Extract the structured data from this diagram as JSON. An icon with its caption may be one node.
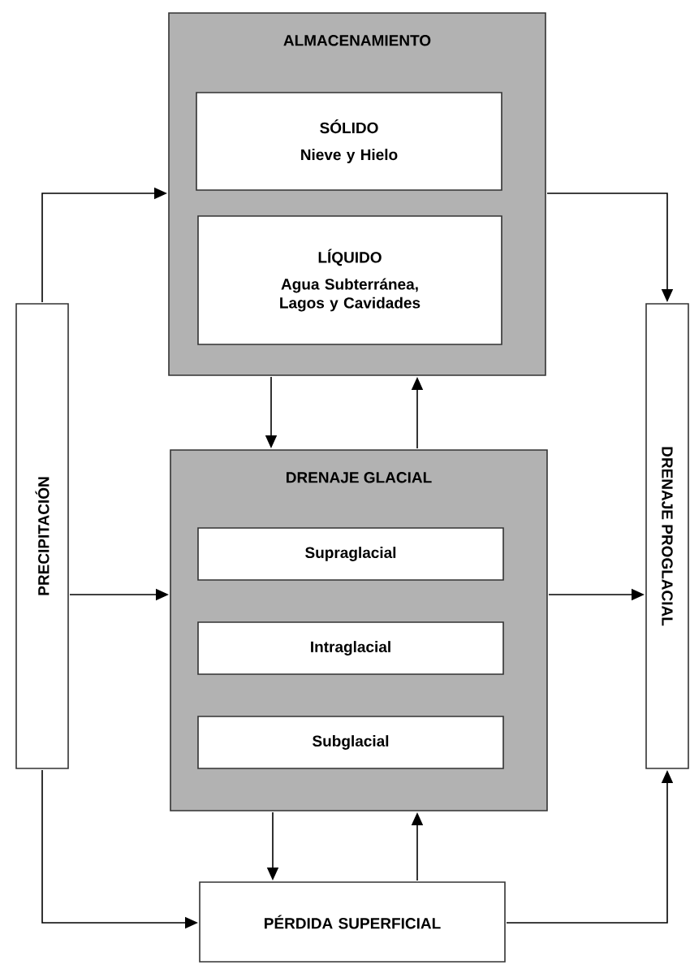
{
  "diagram": {
    "nodes": [
      {
        "text": [
          "ALMACENAMIENTO"
        ]
      },
      {
        "text": [
          "SÓLIDO",
          "Nieve y Hielo"
        ],
        "in": 0
      },
      {
        "text": [
          "LÍQUIDO",
          "Agua Subterránea, Lagos y Cavidades"
        ],
        "in": 0
      },
      {
        "text": [
          "DRENAJE GLACIAL"
        ]
      },
      {
        "text": [
          "Supraglacial"
        ],
        "in": 3
      },
      {
        "text": [
          "Intraglacial"
        ],
        "in": 3
      },
      {
        "text": [
          "Subglacial"
        ],
        "in": 3
      },
      {
        "text": [
          "PRECIPITACIÓN"
        ]
      },
      {
        "text": [
          "DRENAJE PROGLACIAL"
        ]
      },
      {
        "text": [
          "PÉRDIDA SUPERFICIAL"
        ]
      }
    ],
    "edges": [
      {
        "from": 7,
        "to": 0,
        "arrow": "to"
      },
      {
        "from": 0,
        "to": 8,
        "arrow": "to"
      },
      {
        "from": 0,
        "to": 3,
        "arrow": "to"
      },
      {
        "from": 3,
        "to": 0,
        "arrow": "to"
      },
      {
        "from": 7,
        "to": 3,
        "arrow": "to"
      },
      {
        "from": 3,
        "to": 8,
        "arrow": "to"
      },
      {
        "from": 3,
        "to": 9,
        "arrow": "to"
      },
      {
        "from": 9,
        "to": 3,
        "arrow": "to"
      },
      {
        "from": 7,
        "to": 9,
        "arrow": "to"
      },
      {
        "from": 9,
        "to": 8,
        "arrow": "to"
      }
    ]
  }
}
